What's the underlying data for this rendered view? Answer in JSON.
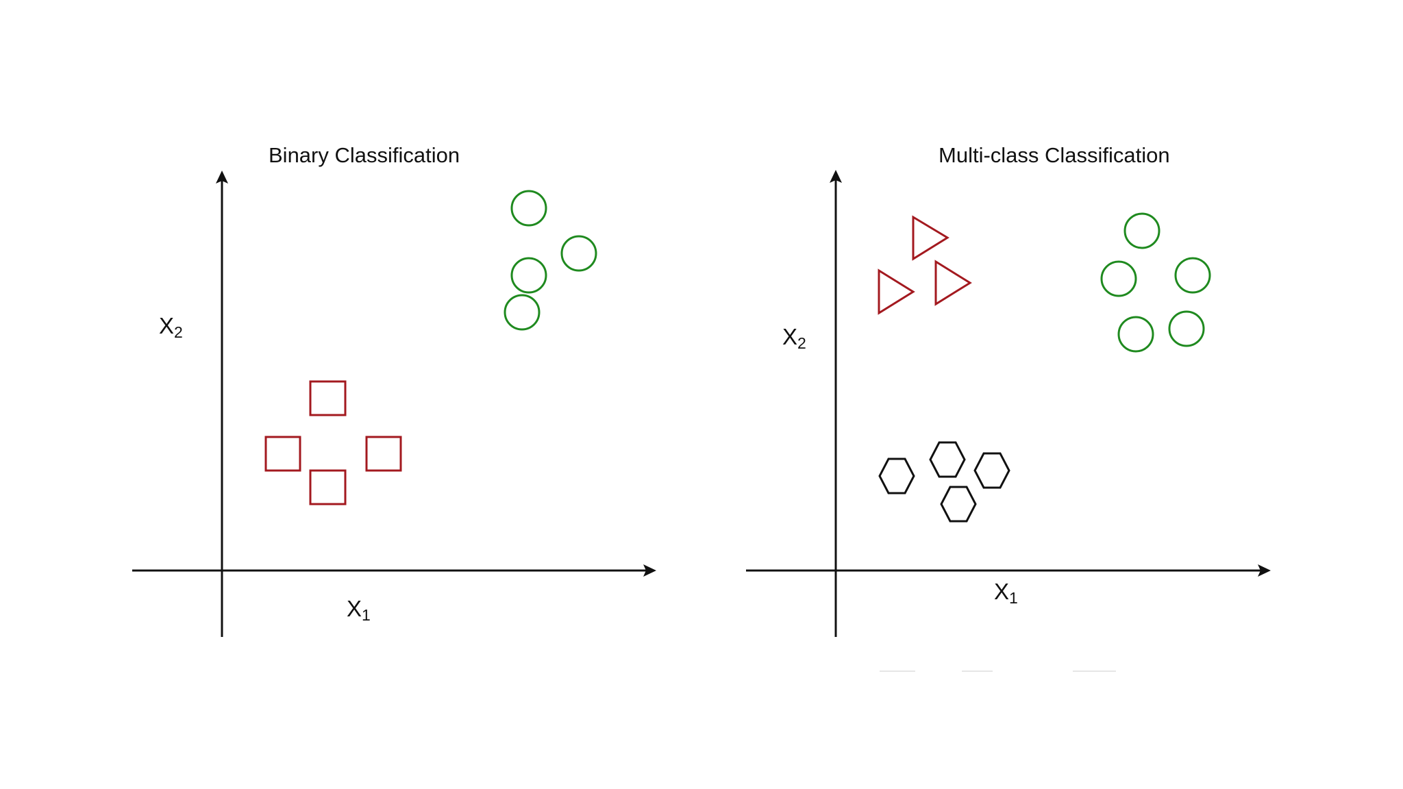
{
  "colors": {
    "background": "#ffffff",
    "axis": "#111111",
    "class_red": "#a3191f",
    "class_green": "#1f8a1f",
    "class_black": "#111111"
  },
  "panels": [
    {
      "title": "Binary Classification",
      "x_label": "X",
      "x_label_sub": "1",
      "y_label": "X",
      "y_label_sub": "2"
    },
    {
      "title": "Multi-class Classification",
      "x_label": "X",
      "x_label_sub": "1",
      "y_label": "X",
      "y_label_sub": "2"
    }
  ],
  "chart_data": [
    {
      "type": "scatter",
      "title": "Binary Classification",
      "xlabel": "X1",
      "ylabel": "X2",
      "grid": false,
      "legend": "none",
      "series": [
        {
          "name": "class-square",
          "marker": "square",
          "color": "#a3191f",
          "points": [
            [
              478,
              581
            ],
            [
              413,
              662
            ],
            [
              560,
              662
            ],
            [
              478,
              711
            ]
          ]
        },
        {
          "name": "class-circle",
          "marker": "circle",
          "color": "#1f8a1f",
          "points": [
            [
              772,
              304
            ],
            [
              845,
              370
            ],
            [
              772,
              402
            ],
            [
              762,
              456
            ]
          ]
        }
      ]
    },
    {
      "type": "scatter",
      "title": "Multi-class Classification",
      "xlabel": "X1",
      "ylabel": "X2",
      "grid": false,
      "legend": "none",
      "series": [
        {
          "name": "class-triangle",
          "marker": "triangle-right",
          "color": "#a3191f",
          "points": [
            [
              1350,
              347
            ],
            [
              1300,
              426
            ],
            [
              1383,
              413
            ]
          ]
        },
        {
          "name": "class-circle",
          "marker": "circle",
          "color": "#1f8a1f",
          "points": [
            [
              1667,
              337
            ],
            [
              1633,
              407
            ],
            [
              1741,
              402
            ],
            [
              1658,
              488
            ],
            [
              1732,
              480
            ]
          ]
        },
        {
          "name": "class-hexagon",
          "marker": "hexagon",
          "color": "#111111",
          "points": [
            [
              1309,
              695
            ],
            [
              1383,
              671
            ],
            [
              1448,
              687
            ],
            [
              1399,
              736
            ]
          ]
        }
      ]
    }
  ]
}
